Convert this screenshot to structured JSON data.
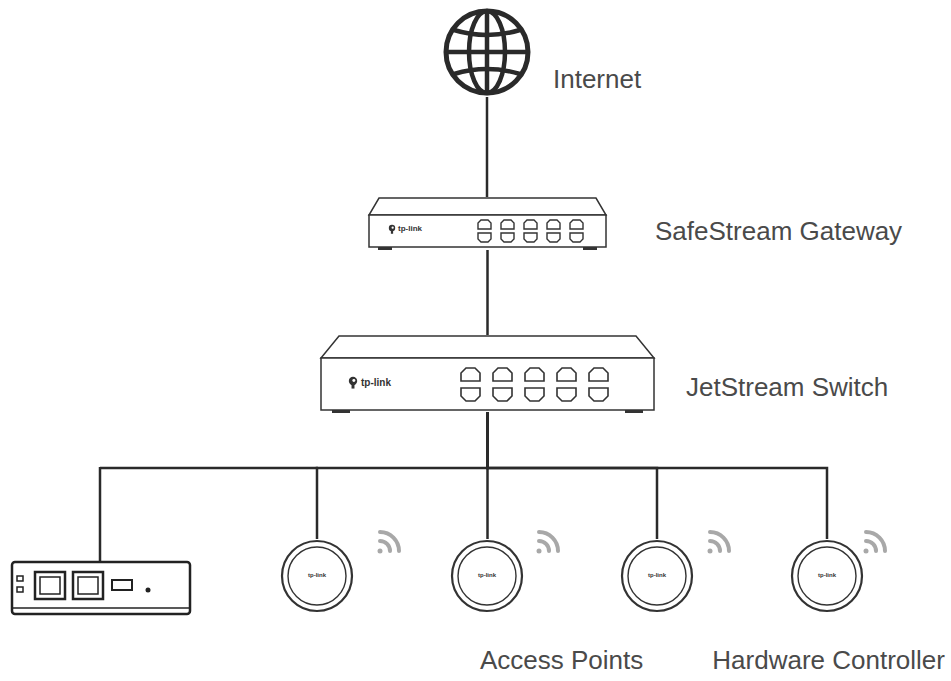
{
  "diagram": {
    "nodes": [
      {
        "text": [
          "Internet"
        ]
      },
      {
        "text": [
          "tp-link",
          "SafeStream Gateway"
        ]
      },
      {
        "text": [
          "tp-link",
          "JetStream Switch"
        ]
      },
      {
        "text": [
          "tp-link"
        ]
      },
      {
        "text": [
          "tp-link"
        ]
      },
      {
        "text": [
          "tp-link"
        ]
      },
      {
        "text": [
          "tp-link"
        ]
      }
    ],
    "edges": [
      {
        "from": 0,
        "to": 1,
        "arrow": "none"
      },
      {
        "from": 1,
        "to": 2,
        "arrow": "none"
      },
      {
        "from": 2,
        "to": 3,
        "arrow": "none"
      },
      {
        "from": 2,
        "to": 4,
        "arrow": "none"
      },
      {
        "from": 2,
        "to": 5,
        "arrow": "none"
      },
      {
        "from": 2,
        "to": 6,
        "arrow": "none"
      }
    ],
    "labels": [
      "Access Points",
      "Hardware Controller"
    ]
  }
}
